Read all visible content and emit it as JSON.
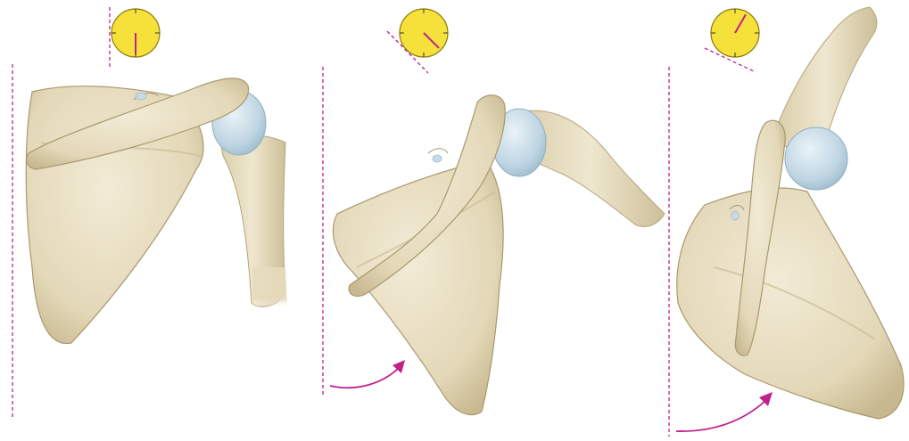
{
  "figure": {
    "panels": [
      {
        "id": "resting",
        "dial_angle_deg": 180
      },
      {
        "id": "partial-elevation",
        "dial_angle_deg": 135
      },
      {
        "id": "full-elevation",
        "dial_angle_deg": 30
      }
    ],
    "colors": {
      "bone": "#e8dfc4",
      "bone_shade": "#c9bc98",
      "bone_outline": "#a8996e",
      "cartilage": "#c7dbe6",
      "dial_fill": "#f6e03a",
      "dial_stroke": "#8a7a10",
      "accent": "#c0218a"
    }
  }
}
